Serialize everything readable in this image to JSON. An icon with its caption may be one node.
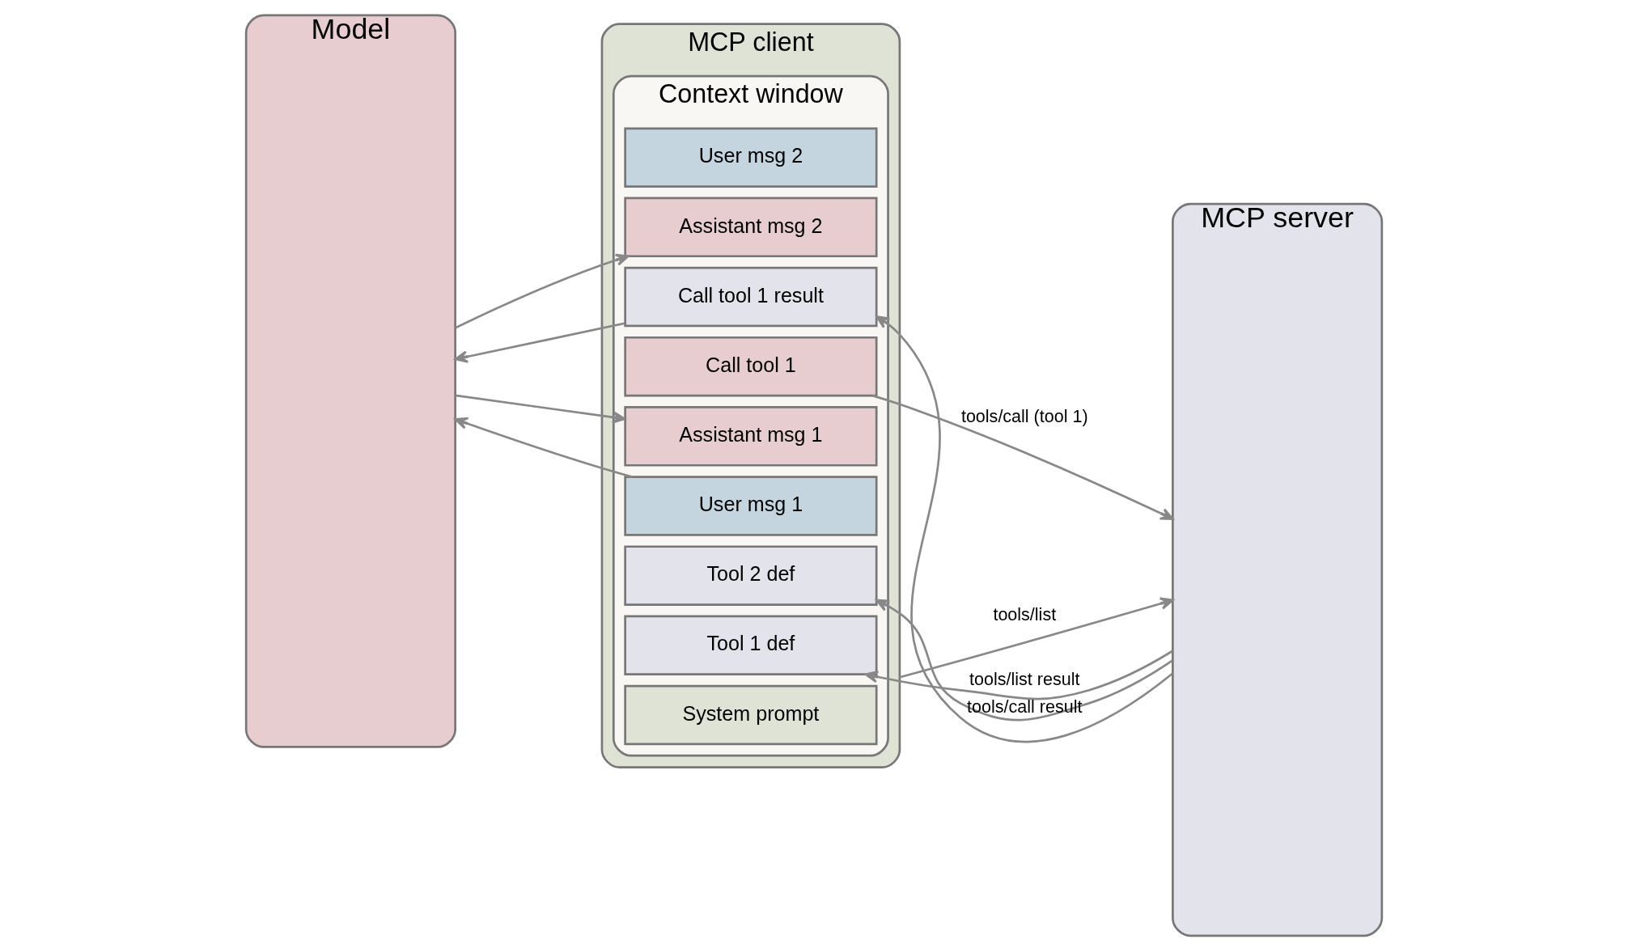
{
  "diagram": {
    "nodes": [
      {
        "text": [
          "Model"
        ]
      },
      {
        "text": [
          "MCP client"
        ]
      },
      {
        "text": [
          "Context window"
        ],
        "in": 1
      },
      {
        "text": [
          "System prompt"
        ],
        "in": 2
      },
      {
        "text": [
          "Tool 1 def"
        ],
        "in": 2
      },
      {
        "text": [
          "Tool 2 def"
        ],
        "in": 2
      },
      {
        "text": [
          "User msg 1"
        ],
        "in": 2
      },
      {
        "text": [
          "Assistant msg 1"
        ],
        "in": 2
      },
      {
        "text": [
          "Call tool 1"
        ],
        "in": 2
      },
      {
        "text": [
          "Call tool 1 result"
        ],
        "in": 2
      },
      {
        "text": [
          "Assistant msg 2"
        ],
        "in": 2
      },
      {
        "text": [
          "User msg 2"
        ],
        "in": 2
      },
      {
        "text": [
          "MCP server"
        ]
      }
    ],
    "edges": [
      {
        "from": 1,
        "to": 12,
        "arrow": "to",
        "label": "tools/list"
      },
      {
        "from": 12,
        "to": 4,
        "arrow": "to",
        "label": "tools/list result"
      },
      {
        "from": 12,
        "to": 5,
        "arrow": "to"
      },
      {
        "from": 6,
        "to": 0,
        "arrow": "to"
      },
      {
        "from": 0,
        "to": 7,
        "arrow": "to"
      },
      {
        "from": 8,
        "to": 12,
        "arrow": "to",
        "label": "tools/call (tool 1)"
      },
      {
        "from": 12,
        "to": 9,
        "arrow": "to",
        "label": "tools/call result"
      },
      {
        "from": 9,
        "to": 0,
        "arrow": "to"
      },
      {
        "from": 0,
        "to": 10,
        "arrow": "to"
      }
    ]
  }
}
